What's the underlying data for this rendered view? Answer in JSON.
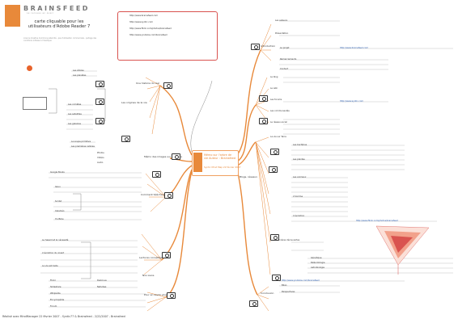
{
  "header": {
    "brand": "BRAINSFEED",
    "brand_sub": "Le cerveau en éveil",
    "description": "carte cliquable pour les utilisateurs d'Adobe Reader 7",
    "copyright": "Licence Creative Commons paternité - pas d'utilisation commerciale - partage des conditions initiales à l'identique"
  },
  "center": {
    "title": "Mémo sur l'arbre de vie Auteur : Brainsfeed",
    "subtitle": "Syntic Mind Map 22 février 2007"
  },
  "footer": {
    "text": "Réalisé avec MindManager 22 février 2007   -  Syntic77 & Brainsfeed   -   2/22/2007   -   Brainsfeed"
  },
  "left_branches": [
    {
      "label": "Une histoire du ciel",
      "items": [
        "Les étoiles",
        "Les planètes",
        "Les comètes",
        "Les satellites",
        "Les galaxies"
      ]
    },
    {
      "label": "Les origines de la vie",
      "items": [
        "L'oxygène",
        "Le carbone",
        "L'eau",
        "La soupe primitive",
        "Les premières cellules"
      ]
    },
    {
      "label": "Mémo des images sur le media",
      "items": [
        "Photos",
        "Vidéos",
        "Audio"
      ]
    },
    {
      "label": "Comment télécharger",
      "items": [
        "Google Books",
        "Issuu",
        "Scribd",
        "Calaméo",
        "YouTube"
      ]
    },
    {
      "label": "Lectures conseillées",
      "items": [
        "Le hasard et la nécessité",
        "L'évolution du vivant",
        "La vie est belle"
      ]
    },
    {
      "label": "Nos Liens",
      "items": [
        "Flickr",
        "Slideshare",
        "Delicious",
        "Netvibes"
      ]
    },
    {
      "label": "Pour en savoir plus",
      "items": [
        "Wikipédia",
        "Encyclopédie",
        "Forum"
      ]
    }
  ],
  "right_branches": [
    {
      "label": "Introduction",
      "items": [
        "Les auteurs",
        "Présentation",
        "Le projet",
        "Remerciements",
        "Contact"
      ]
    },
    {
      "label": "Blogs, réseaux",
      "items": [
        "Le blog",
        "Le wiki",
        "Les forums",
        "Les communautés",
        "Le réseau social"
      ]
    },
    {
      "label": "La vie sur Terre",
      "items": [
        "Les bactéries",
        "Les plantes",
        "Les animaux",
        "L'homme",
        "L'évolution"
      ]
    },
    {
      "label": "Les dernières découvertes",
      "items": [
        "Génétique",
        "Paléontologie",
        "Astrobiologie"
      ]
    },
    {
      "label": "Conclusion",
      "items": [
        "Bilan",
        "Perspectives"
      ]
    }
  ],
  "links": [
    "http://www.brainsfeed.com",
    "http://www.syntic.com",
    "http://www.flickr.com/photos/brainsfeed",
    "http://www.youtube.com/brainsfeed"
  ],
  "colors": {
    "accent": "#e8893a",
    "branch": "#e8893a",
    "frame": "#d9534f",
    "text": "#333333",
    "heat": "#d9534f"
  }
}
